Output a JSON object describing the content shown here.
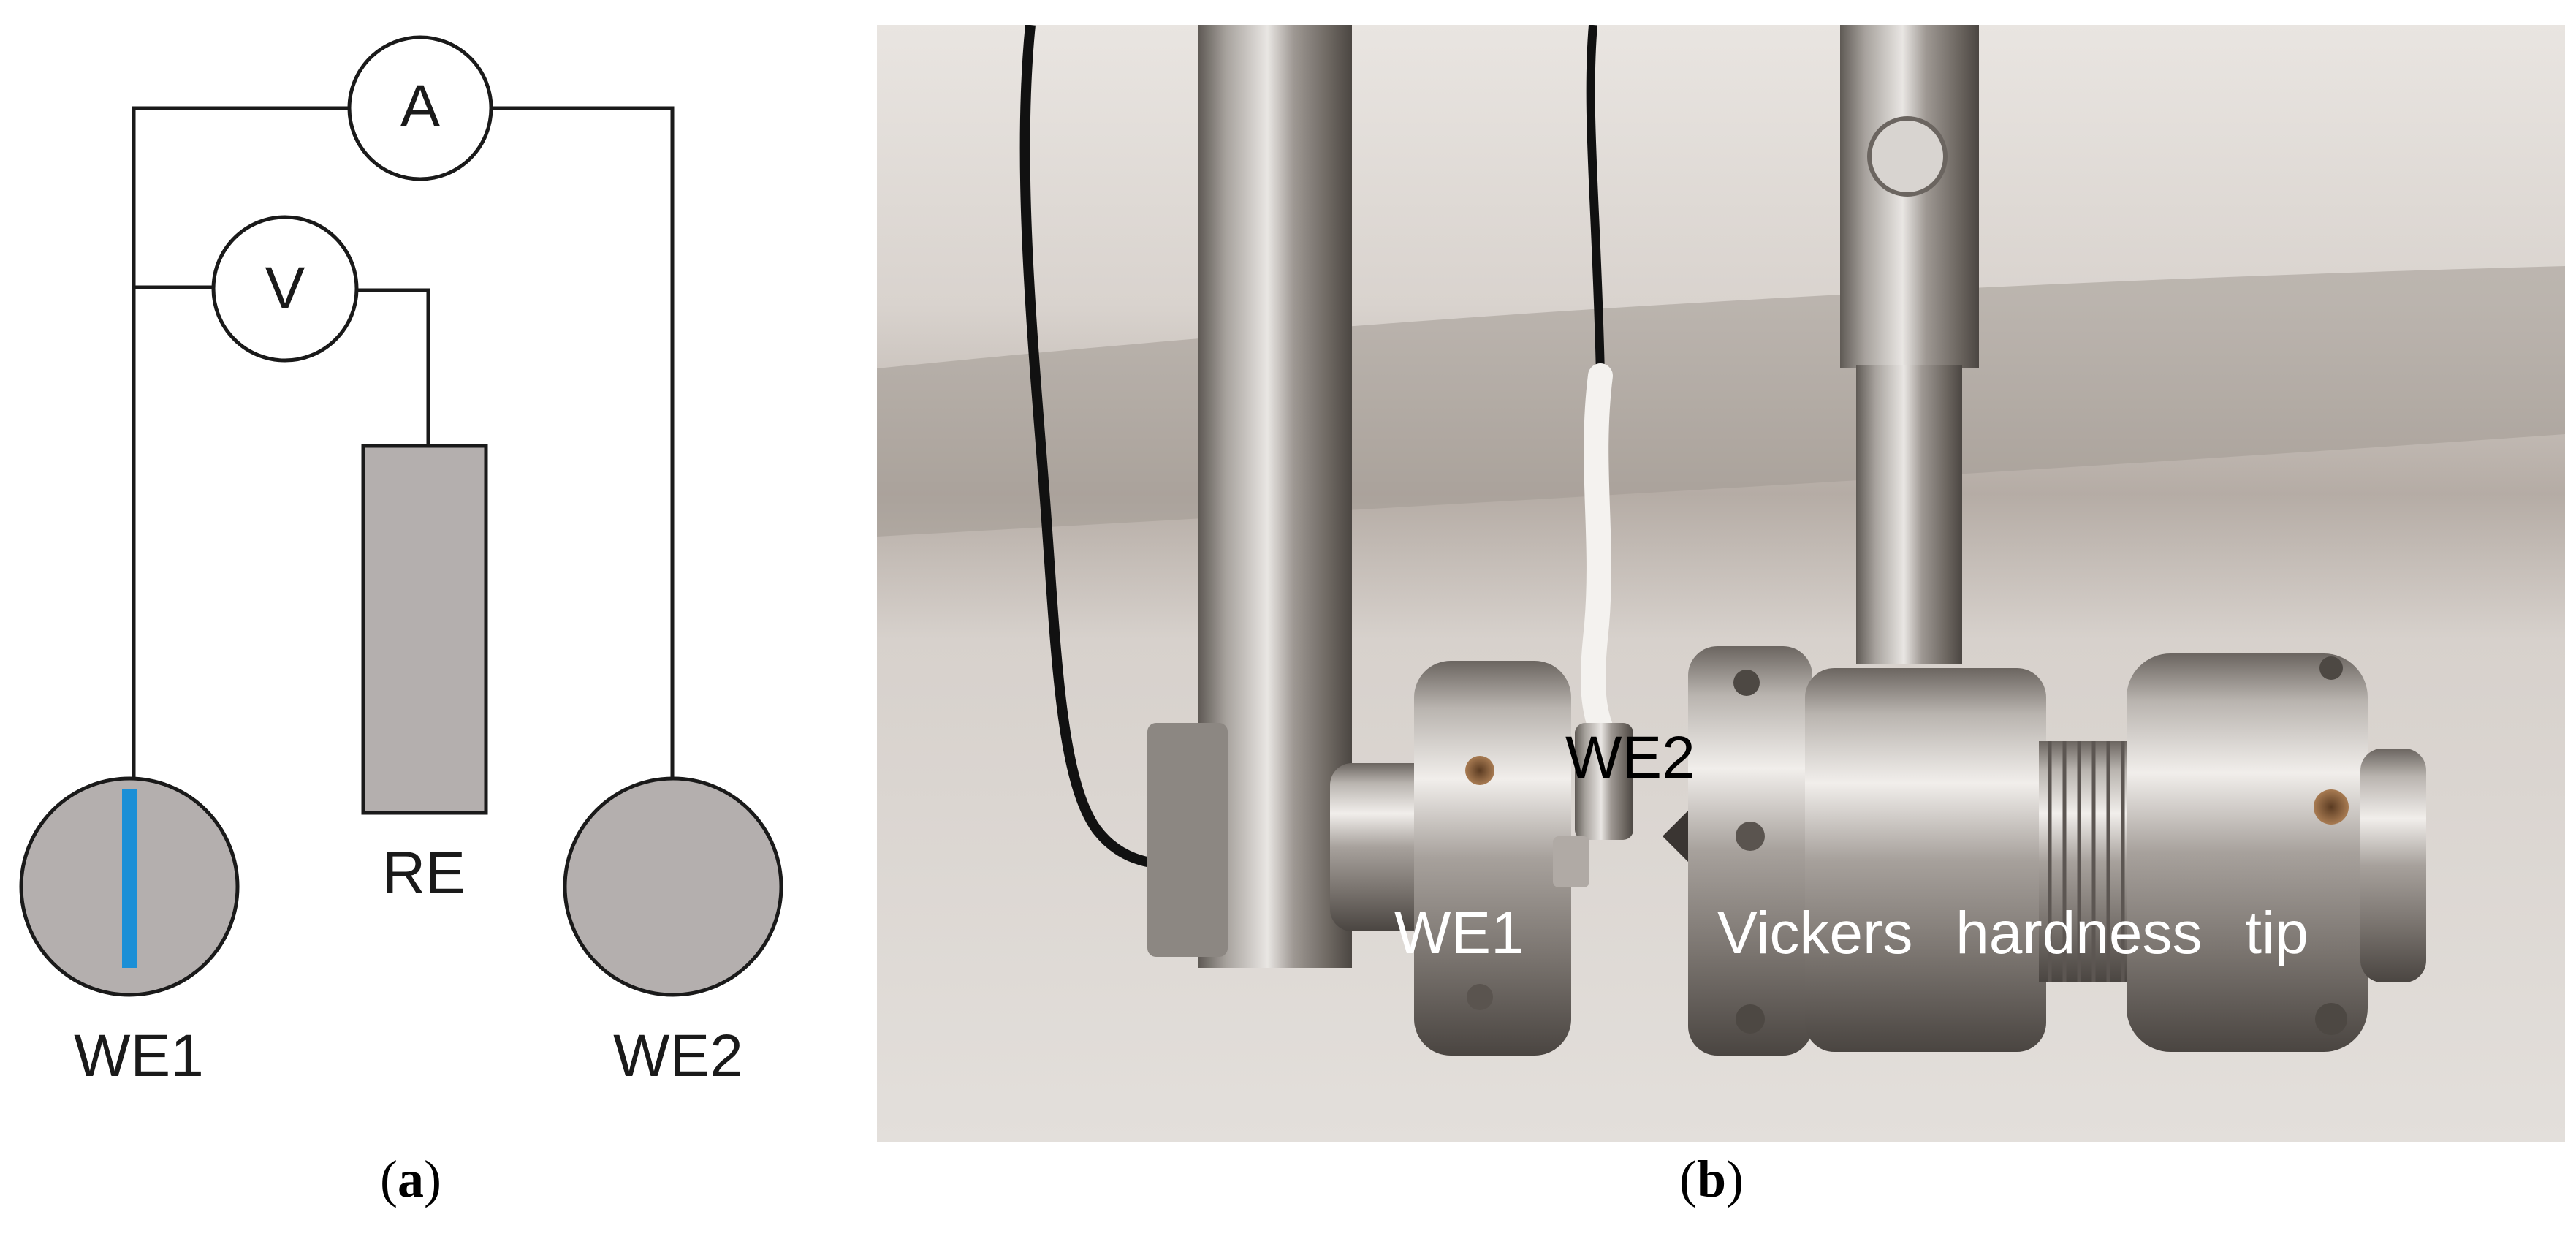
{
  "panel_a": {
    "ammeter_label": "A",
    "voltmeter_label": "V",
    "reference_electrode_label": "RE",
    "working_electrode_1_label": "WE1",
    "working_electrode_2_label": "WE2",
    "colors": {
      "wire": "#1a1a1a",
      "electrode_fill": "#b4afae",
      "we1_marker": "#1b8fd6"
    }
  },
  "panel_b": {
    "we2_label": "WE2",
    "we1_label": "WE1",
    "tip_label": "Vickers hardness tip"
  },
  "captions": {
    "a_open": "(",
    "a_letter": "a",
    "a_close": ")",
    "b_open": "(",
    "b_letter": "b",
    "b_close": ")"
  }
}
